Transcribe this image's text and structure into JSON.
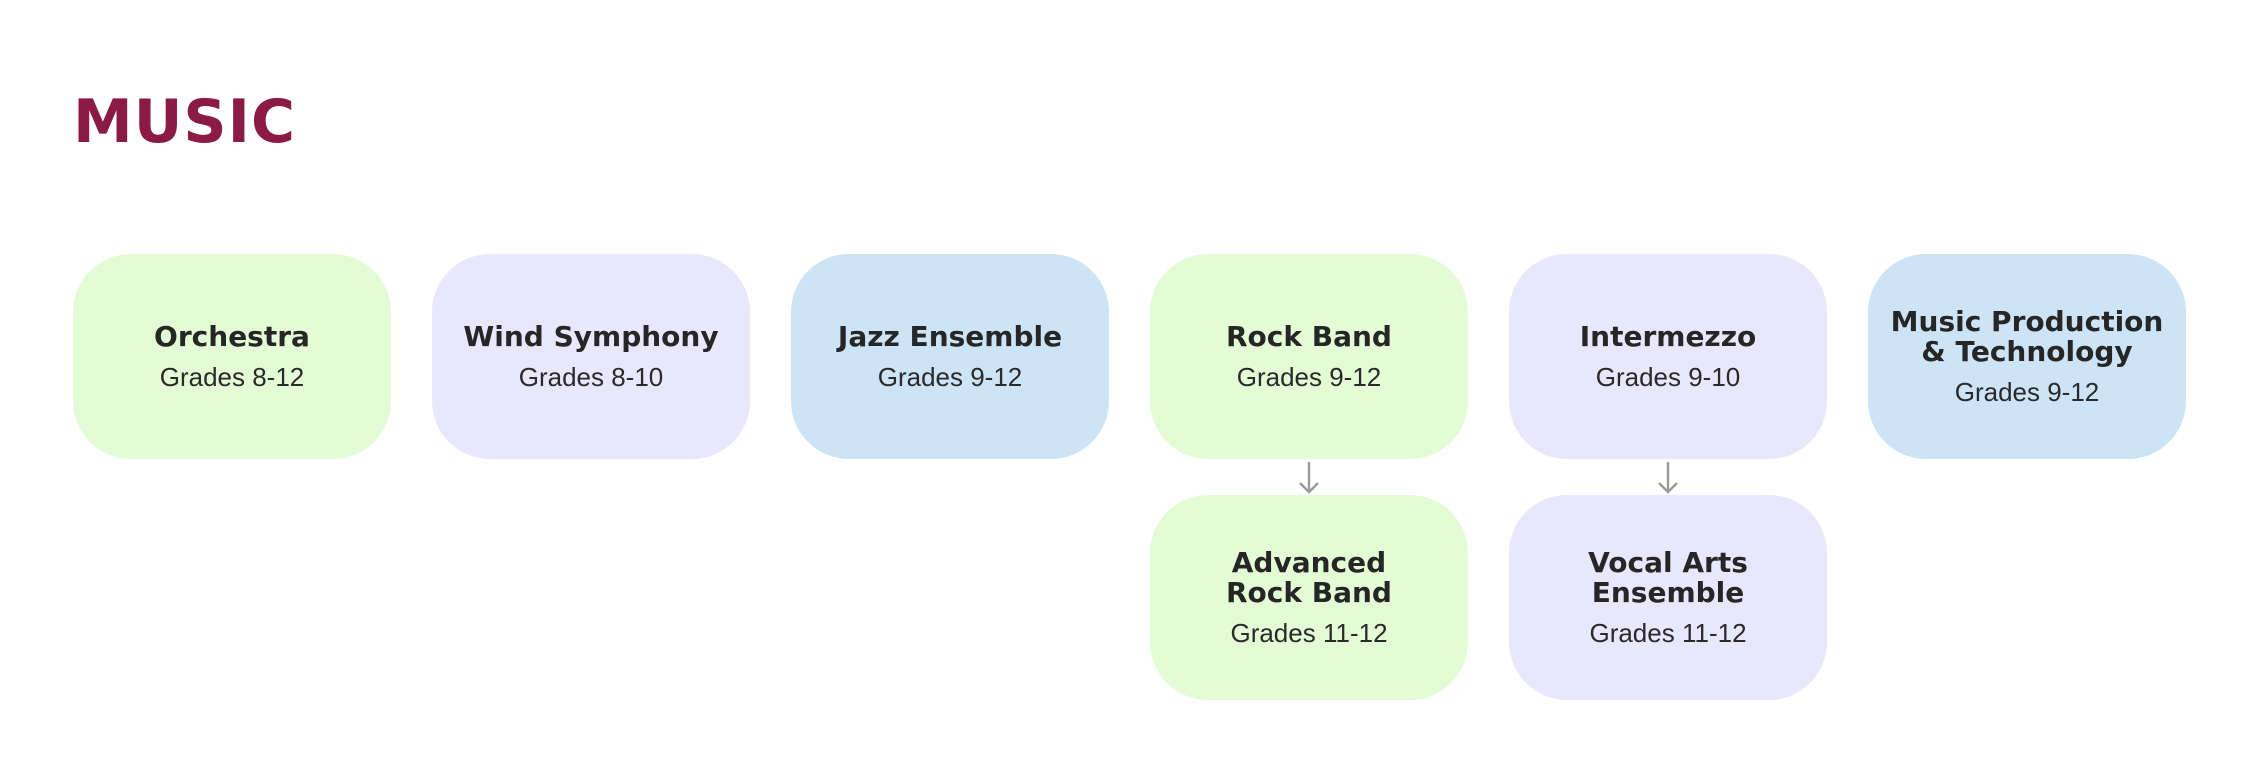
{
  "page": {
    "title": "MUSIC",
    "title_color": "#8b1a45"
  },
  "colors": {
    "green": "#e3fcd6",
    "lavender": "#e9e7fc",
    "blue": "#cde4f6",
    "arrow": "#9a9a9a"
  },
  "courses": [
    {
      "id": "orchestra",
      "title": "Orchestra",
      "grades": "Grades 8-12",
      "color": "green"
    },
    {
      "id": "wind-symphony",
      "title": "Wind Symphony",
      "grades": "Grades 8-10",
      "color": "lavender"
    },
    {
      "id": "jazz-ensemble",
      "title": "Jazz Ensemble",
      "grades": "Grades 9-12",
      "color": "blue"
    },
    {
      "id": "rock-band",
      "title": "Rock Band",
      "grades": "Grades 9-12",
      "color": "green"
    },
    {
      "id": "intermezzo",
      "title": "Intermezzo",
      "grades": "Grades 9-10",
      "color": "lavender"
    },
    {
      "id": "music-production",
      "title": "Music Production\n& Technology",
      "grades": "Grades 9-12",
      "color": "blue"
    },
    {
      "id": "advanced-rock-band",
      "title": "Advanced\nRock Band",
      "grades": "Grades 11-12",
      "color": "green"
    },
    {
      "id": "vocal-arts-ensemble",
      "title": "Vocal Arts\nEnsemble",
      "grades": "Grades 11-12",
      "color": "lavender"
    }
  ],
  "connections": [
    {
      "from": "Rock Band",
      "to": "Advanced Rock Band"
    },
    {
      "from": "Intermezzo",
      "to": "Vocal Arts Ensemble"
    }
  ]
}
